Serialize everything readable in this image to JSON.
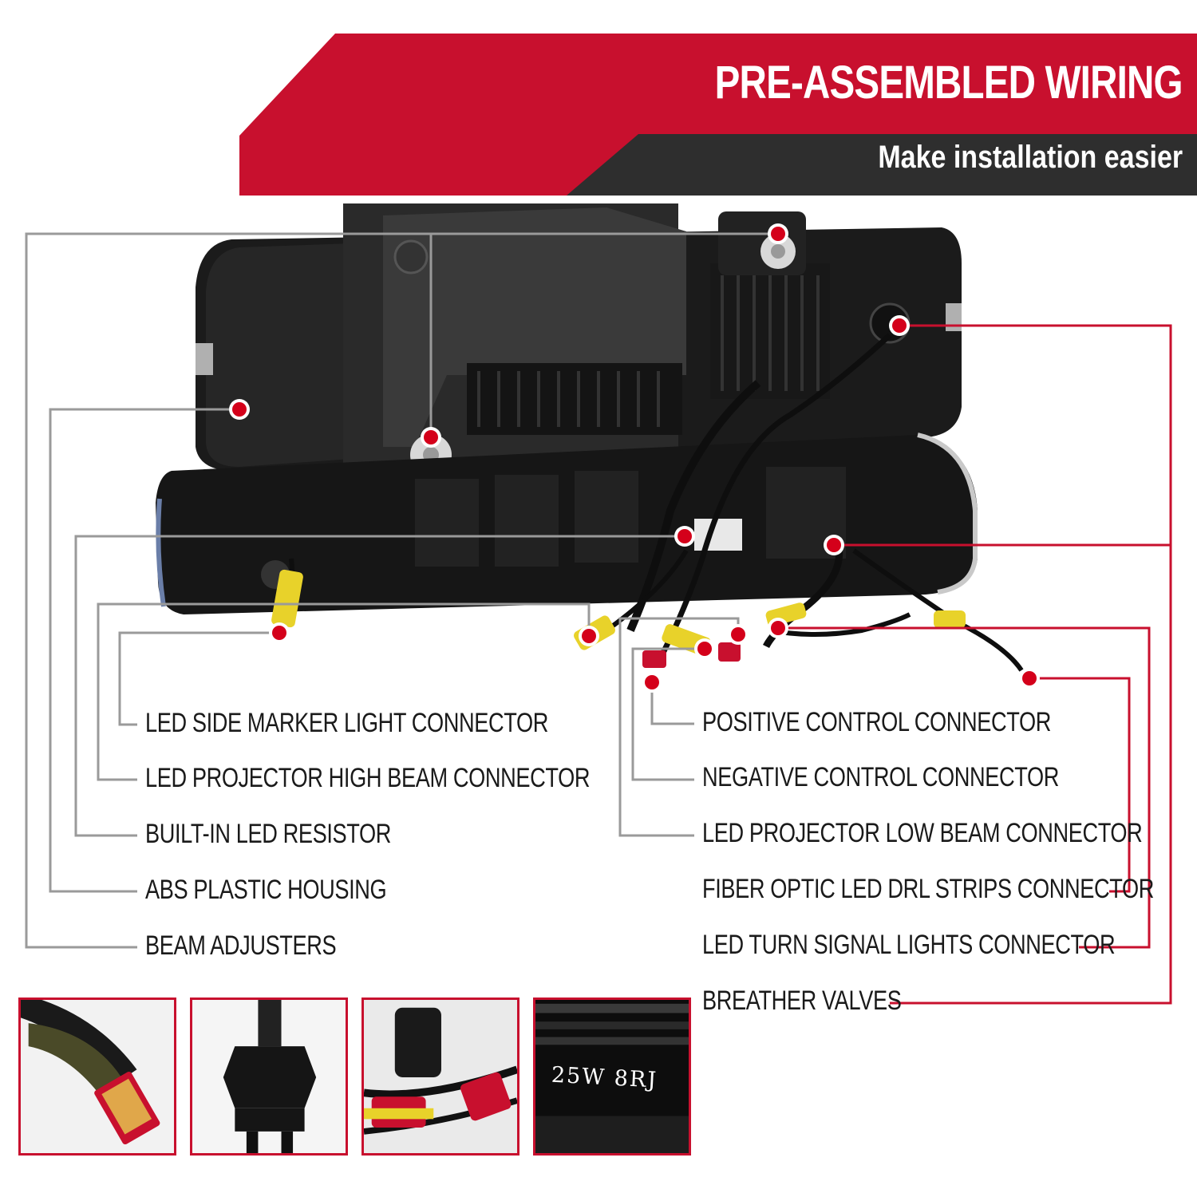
{
  "banner": {
    "title": "PRE-ASSEMBLED WIRING",
    "subtitle": "Make installation easier"
  },
  "colors": {
    "brand_red": "#c8102e",
    "banner_dark": "#2e2e2e",
    "leader_gray": "#9a9a9a",
    "leader_red": "#c8102e",
    "housing_black": "#1b1b1b"
  },
  "left_labels": [
    "LED SIDE MARKER LIGHT CONNECTOR",
    "LED PROJECTOR HIGH BEAM CONNECTOR",
    "BUILT-IN LED RESISTOR",
    "ABS PLASTIC HOUSING",
    "BEAM ADJUSTERS"
  ],
  "right_labels": [
    "POSITIVE CONTROL CONNECTOR",
    "NEGATIVE CONTROL CONNECTOR",
    "LED PROJECTOR LOW BEAM CONNECTOR",
    "FIBER OPTIC LED DRL STRIPS CONNECTOR",
    "LED TURN SIGNAL LIGHTS CONNECTOR",
    "BREATHER VALVES"
  ],
  "thumbnails": [
    {
      "icon": "led-bulb-connector-icon"
    },
    {
      "icon": "bulb-socket-plug-icon"
    },
    {
      "icon": "control-connector-icon"
    },
    {
      "icon": "led-resistor-icon",
      "text": "25W 8RJ"
    }
  ]
}
